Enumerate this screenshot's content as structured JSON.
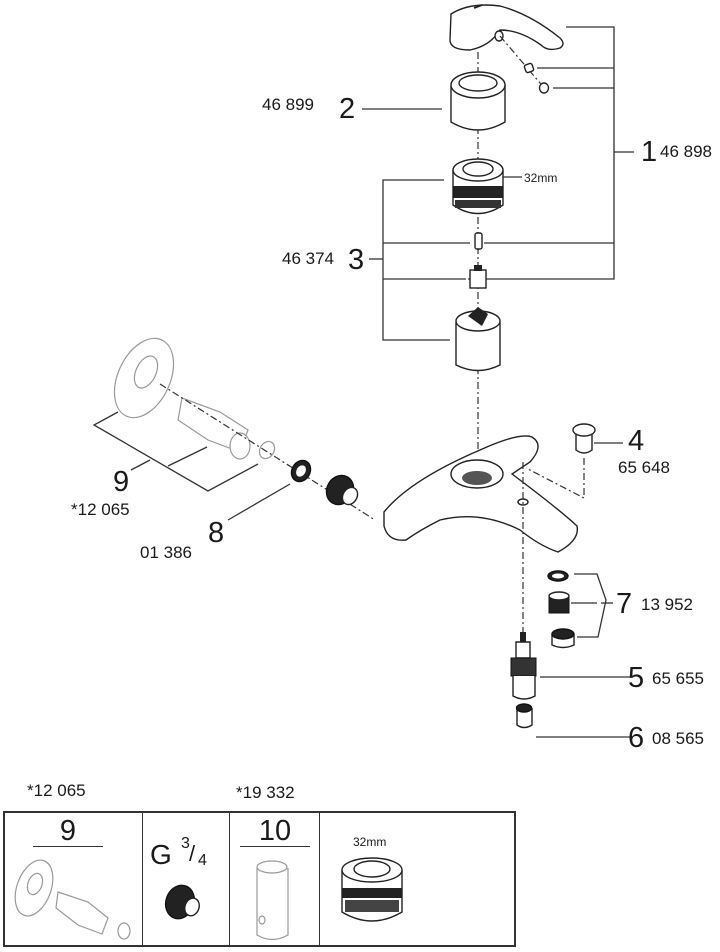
{
  "title": "Exploded view spare parts diagram – single-lever bath mixer",
  "callouts": [
    {
      "id": "1",
      "number": "1",
      "code": "46 898"
    },
    {
      "id": "2",
      "number": "2",
      "code": "46 899"
    },
    {
      "id": "3",
      "number": "3",
      "code": "46 374",
      "dimension": "32mm"
    },
    {
      "id": "4",
      "number": "4",
      "code": "65 648"
    },
    {
      "id": "5",
      "number": "5",
      "code": "65 655"
    },
    {
      "id": "6",
      "number": "6",
      "code": "08 565"
    },
    {
      "id": "7",
      "number": "7",
      "code": "13 952"
    },
    {
      "id": "8",
      "number": "8",
      "code": "01 386"
    },
    {
      "id": "9",
      "number": "9",
      "code": "*12 065"
    }
  ],
  "inset": {
    "header_left": "*12 065",
    "header_right": "*19 332",
    "cells": [
      {
        "title": "9",
        "content": "connection-elbow-set"
      },
      {
        "title": "G",
        "sup": "3",
        "sub": "4",
        "content": "threaded-adapter"
      },
      {
        "title": "10",
        "content": "extension-sleeve"
      },
      {
        "title": "32mm",
        "content": "cartridge-nut"
      }
    ]
  }
}
